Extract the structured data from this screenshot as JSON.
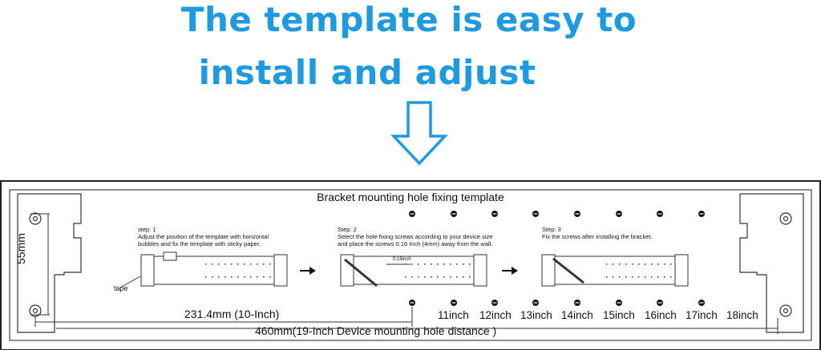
{
  "headline": {
    "line1": "The template is easy to",
    "line2": "install and adjust",
    "accent": "#1e9be0"
  },
  "template": {
    "title": "Bracket mounting hole fixing template",
    "steps": [
      {
        "heading": "step: 1",
        "body": "Adjust the position of the template with horizontal bubbles and fix the template with sticky paper."
      },
      {
        "heading": "Step: 2",
        "body": "Select the hole fixing screws according to your device size and place the screws 0.16 Inch (4mm) away from the wall."
      },
      {
        "heading": "Step: 3",
        "body": "Fix the screws after installing the bracket."
      }
    ],
    "tape_label": "tape",
    "screw_gap_label": "0.16inch",
    "height_label": "55mm",
    "half_width_label": "231.4mm (10-Inch)",
    "full_width_label": "460mm(19-Inch Device mounting hole distance )",
    "inch_labels": [
      "11inch",
      "12inch",
      "13inch",
      "14inch",
      "15inch",
      "16inch",
      "17inch",
      "18inch"
    ]
  }
}
